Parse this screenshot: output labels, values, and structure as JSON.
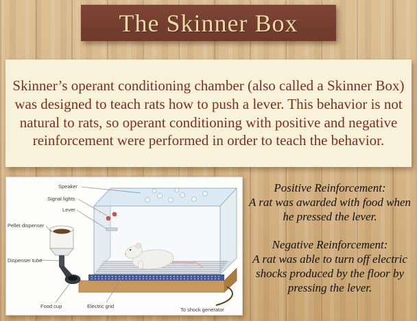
{
  "title": "The Skinner Box",
  "description": "Skinner’s operant conditioning chamber (also called a Skinner Box) was designed to teach rats how to push a lever. This behavior is not natural to rats, so operant conditioning with positive and negative reinforcement were performed in order to teach the behavior.",
  "diagram": {
    "labels": {
      "speaker": "Speaker",
      "signal_lights": "Signal lights",
      "lever": "Lever",
      "pellet_dispenser": "Pellet dispenser",
      "dispenser_tube": "Dispenser tube",
      "food_cup": "Food cup",
      "electric_grid": "Electric grid",
      "shock_generator": "To shock generator"
    }
  },
  "reinforcement": {
    "positive": {
      "title": "Positive Reinforcement:",
      "body": "A rat was awarded with food when he pressed the lever."
    },
    "negative": {
      "title": "Negative Reinforcement:",
      "body": "A rat was able to turn off electric shocks produced by the floor by pressing the lever."
    }
  },
  "colors": {
    "banner_bg": "#7c4434",
    "banner_text": "#ecdaa5",
    "panel_bg": "#f9f2da",
    "body_text": "#7d2f1d",
    "notes_text": "#171008"
  }
}
